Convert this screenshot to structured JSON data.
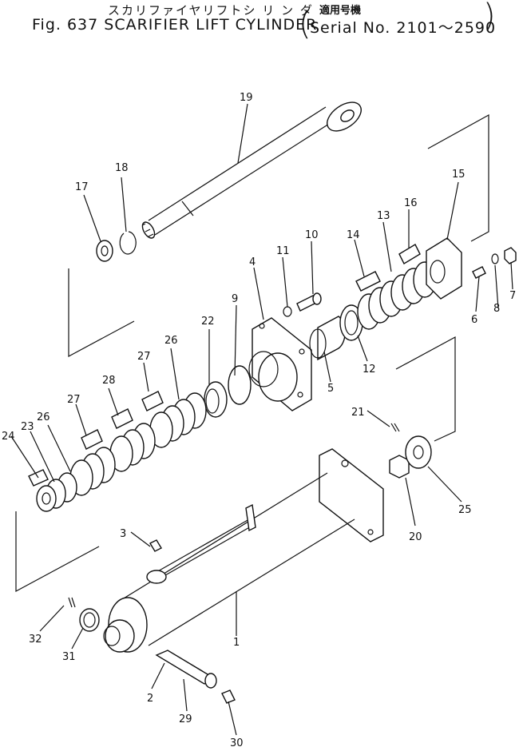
{
  "title_jp": "スカリファイヤリフトシ リ ン ダ",
  "title_jp_note": "適用号機",
  "title_en": "Fig. 637 SCARIFIER LIFT CYLINDER",
  "serial": "Serial No. 2101～2590",
  "callouts": {
    "c1": "1",
    "c2": "2",
    "c3": "3",
    "c4": "4",
    "c5": "5",
    "c6": "6",
    "c7": "7",
    "c8": "8",
    "c9": "9",
    "c10": "10",
    "c11": "11",
    "c12": "12",
    "c13": "13",
    "c14": "14",
    "c15": "15",
    "c16": "16",
    "c17": "17",
    "c18": "18",
    "c19": "19",
    "c20": "20",
    "c21": "21",
    "c22": "22",
    "c23": "23",
    "c24": "24",
    "c25": "25",
    "c26a": "26",
    "c26b": "26",
    "c27a": "27",
    "c27b": "27",
    "c28": "28",
    "c29": "29",
    "c30": "30",
    "c31": "31",
    "c32": "32"
  }
}
